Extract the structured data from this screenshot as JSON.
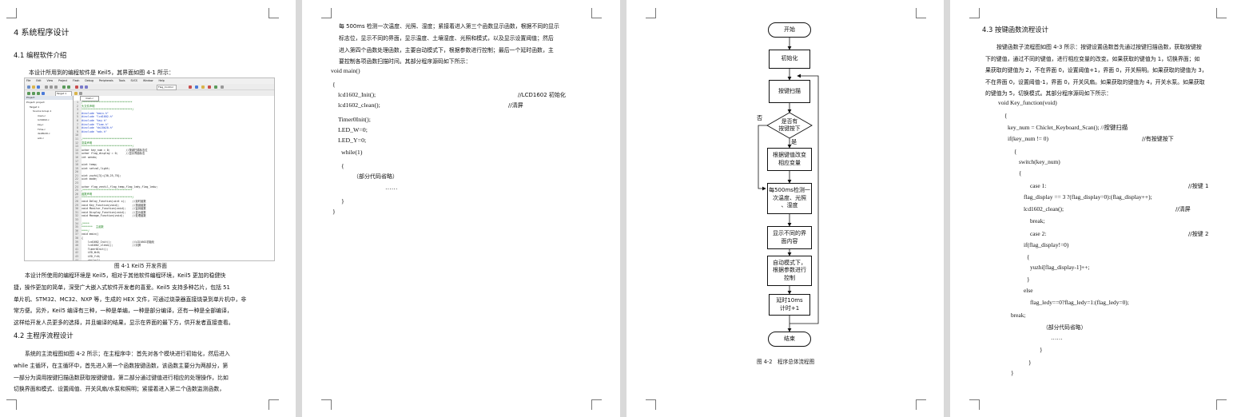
{
  "page1": {
    "heading_4": "4  系统程序设计",
    "heading_4_1": "4.1  编程软件介绍",
    "intro": "本设计所用到的编程软件是 Keil5，其界面如图 4-1 所示：",
    "ide": {
      "menu": [
        "File",
        "Edit",
        "View",
        "Project",
        "Flash",
        "Debug",
        "Peripherals",
        "Tools",
        "SVCS",
        "Window",
        "Help"
      ],
      "target_label": "Target 1",
      "flag_label": "Flag_Control",
      "project_panel_title": "Project",
      "tree": [
        "Project: project",
        "Target 1",
        "Source Group 1",
        "main.c",
        "lcd1602.c",
        "key.c",
        "Time.c",
        "ds18b20.c",
        "adc.c"
      ],
      "tab_label": "main.c",
      "code": [
        {
          "no": "1",
          "text": "/*******************************",
          "cls": "g"
        },
        {
          "no": "2",
          "text": "头文件声明",
          "cls": "g"
        },
        {
          "no": "3",
          "text": "********************************/",
          "cls": "g"
        },
        {
          "no": "4",
          "text": "#include \"main.h\"",
          "cls": "b"
        },
        {
          "no": "5",
          "text": "#include \"lcd1602.h\"",
          "cls": "b"
        },
        {
          "no": "6",
          "text": "#include \"key.h\"",
          "cls": "b"
        },
        {
          "no": "7",
          "text": "#include \"Time.h\"",
          "cls": "b"
        },
        {
          "no": "8",
          "text": "#include \"ds18b20.h\"",
          "cls": "b"
        },
        {
          "no": "9",
          "text": "#include \"adc.h\"",
          "cls": "b"
        },
        {
          "no": "10",
          "text": "",
          "cls": ""
        },
        {
          "no": "11",
          "text": "/*******************************",
          "cls": "g"
        },
        {
          "no": "12",
          "text": "变量声明",
          "cls": "g"
        },
        {
          "no": "13",
          "text": "********************************/",
          "cls": "g"
        },
        {
          "no": "14",
          "text": "uchar key_num = 0;          //按键扫描标志位",
          "cls": ""
        },
        {
          "no": "15",
          "text": "uchar flag_display = 0;     //显示界面标志",
          "cls": ""
        },
        {
          "no": "16",
          "text": "int wendu;",
          "cls": ""
        },
        {
          "no": "17",
          "text": "",
          "cls": ""
        },
        {
          "no": "18",
          "text": "uint temp;",
          "cls": ""
        },
        {
          "no": "19",
          "text": "uint setval,light;",
          "cls": ""
        },
        {
          "no": "20",
          "text": "",
          "cls": ""
        },
        {
          "no": "21",
          "text": "uint yuzhi[3]={30,25,70};",
          "cls": ""
        },
        {
          "no": "22",
          "text": "uint mode;",
          "cls": ""
        },
        {
          "no": "23",
          "text": "",
          "cls": ""
        },
        {
          "no": "24",
          "text": "uchar flag_ventil,flag_temp,flag_ledy,flag_ledw;",
          "cls": ""
        },
        {
          "no": "25",
          "text": "/*******************************",
          "cls": "g"
        },
        {
          "no": "26",
          "text": "函数声明",
          "cls": "g"
        },
        {
          "no": "27",
          "text": "********************************/",
          "cls": "g"
        },
        {
          "no": "28",
          "text": "void Delay_Function(uint x);    //延时函数",
          "cls": ""
        },
        {
          "no": "29",
          "text": "void Key_Function(void);        //按键函数",
          "cls": ""
        },
        {
          "no": "30",
          "text": "void Monitor_Function(void);    //监测函数",
          "cls": ""
        },
        {
          "no": "31",
          "text": "void Display_Function(void);    //显示函数",
          "cls": ""
        },
        {
          "no": "32",
          "text": "void Manage_Function(void);     //处理函数",
          "cls": ""
        },
        {
          "no": "33",
          "text": "",
          "cls": ""
        },
        {
          "no": "34",
          "text": "/****",
          "cls": "g"
        },
        {
          "no": "35",
          "text": "*******  主函数",
          "cls": "g"
        },
        {
          "no": "36",
          "text": "****/",
          "cls": "g"
        },
        {
          "no": "37",
          "text": "void main()",
          "cls": ""
        },
        {
          "no": "38",
          "text": "{",
          "cls": ""
        },
        {
          "no": "39",
          "text": "    lcd1602_Init();             //LCD1602初始化",
          "cls": ""
        },
        {
          "no": "40",
          "text": "    lcd1602_clean();            //清屏",
          "cls": ""
        },
        {
          "no": "41",
          "text": "    Timer0Init();",
          "cls": ""
        },
        {
          "no": "42",
          "text": "    LED_W=0;",
          "cls": ""
        },
        {
          "no": "43",
          "text": "    LED_Y=0;",
          "cls": ""
        },
        {
          "no": "44",
          "text": "    while(1)",
          "cls": ""
        }
      ]
    },
    "fig1_caption": "图 4-1 Keil5 开发界面",
    "keil_para": [
      "本设计所使用的编程环境是 Keil5，相对于其他软件编程环境，Keil5 更加的稳健快",
      "捷，操作更加的简单，深受广大嵌入式软件开发者的喜爱。Keil5 支持多种芯片，包括 51",
      "单片机、STM32、MC32、NXP 等，生成的 HEX 文件，可通过烧录器直接烧录到单片机中，非",
      "常方便。另外，Keil5 编译有三种，一种是单编，一种是部分编译，还有一种是全部编译，",
      "这样给开发人员更多的选择，并且编译的结果，显示在界面的最下方，供开发者直接查看。"
    ],
    "heading_4_2": "4.2  主程序流程设计",
    "main_para": [
      "系统的主流程图如图 4-2 所示；在主程序中：首先对各个模块进行初始化，然后进入",
      "while 主循环，在主循环中，首先进入第一个函数按键函数，该函数主要分为两部分，第",
      "一部分为调用按键扫描函数获取按键键值，第二部分通过键值进行相应的处理操作，比如",
      "切换界面和模式、设置阈值、开关风扇/水泵和照明；紧接着进入第二个函数监测函数，"
    ]
  },
  "page2": {
    "para": [
      "每 500ms 检测一次温度、光照、湿度；紧接着进入第三个函数显示函数，根据不同的显示",
      "标志位，显示不同的界面，显示温度、土壤湿度、光照和模式，以及显示设置阈值；然后",
      "进入第四个函数处理函数，主要自动模式下，根据参数进行控制；最后一个延时函数，主",
      "要控制各项函数扫描时间。其部分程序源码如下所示："
    ],
    "code": [
      {
        "text": "void main()",
        "comment": ""
      },
      {
        "text": "{",
        "comment": ""
      },
      {
        "text": "lcd1602_Init();",
        "comment": "//LCD1602 初始化"
      },
      {
        "text": "lcd1602_clean();",
        "comment": "//清屏"
      },
      {
        "text": "Timer0Init();",
        "comment": ""
      },
      {
        "text": "LED_W=0;",
        "comment": ""
      },
      {
        "text": "LED_Y=0;",
        "comment": ""
      },
      {
        "text": "while(1)",
        "comment": ""
      },
      {
        "text": "{",
        "comment": ""
      },
      {
        "text": "（部分代码省略）",
        "comment": ""
      },
      {
        "text": "……",
        "comment": ""
      },
      {
        "text": "}",
        "comment": ""
      },
      {
        "text": "}",
        "comment": ""
      }
    ]
  },
  "page3": {
    "nodes": {
      "start": "开始",
      "init": "初始化",
      "scan": "按键扫描",
      "decision": "是否有\n按键按下",
      "handle": "根据键值改变\n相应变量",
      "detect": "每500ms检测一\n次温度、光照\n、湿度",
      "display": "显示不同的界\n面内容",
      "auto": "自动模式下，\n根据参数进行\n控制",
      "delay": "延时10ms\n计时+1",
      "end": "结束"
    },
    "label_no": "否",
    "label_yes": "是",
    "caption": "图 4-2　程序总体流程图"
  },
  "page4": {
    "heading_4_3": "4.3  按键函数流程设计",
    "para": [
      "按键函数子流程图如图 4-3 所示：按键设置函数首先通过按键扫描函数，获取按键按",
      "下的键值，通过不同的键值，进行相应变量的改变。如果获取的键值为 1，切换界面；如",
      "果获取的键值为 2，不在界面 0，设置阈值+1，界面 0，开关照明。如果获取的键值为 3，",
      "不在界面 0，设置阈值-1，界面 0，开关风扇。如果获取的键值为 4，开关水泵。如果获取",
      "的键值为 5，切换模式。其部分程序源码如下所示："
    ],
    "code": [
      {
        "text": "void Key_function(void)",
        "comment": "",
        "indent": 0
      },
      {
        "text": "{",
        "comment": "",
        "indent": 1
      },
      {
        "text": "key_num = Chiclet_Keyboard_Scan(); //按键扫描",
        "comment": "",
        "indent": 2
      },
      {
        "text": "if(key_num != 0)",
        "comment": "//有按键按下",
        "indent": 2
      },
      {
        "text": "{",
        "comment": "",
        "indent": 2
      },
      {
        "text": "switch(key_num)",
        "comment": "",
        "indent": 3
      },
      {
        "text": "{",
        "comment": "",
        "indent": 3
      },
      {
        "text": "case 1:",
        "comment": "//按键 1",
        "indent": 4
      },
      {
        "text": "flag_display == 3 ?(flag_display=0):(flag_display++);",
        "comment": "",
        "indent": 3
      },
      {
        "text": "lcd1602_clean();",
        "comment": "//清屏",
        "indent": 3
      },
      {
        "text": "break;",
        "comment": "",
        "indent": 4
      },
      {
        "text": "case 2:",
        "comment": "//按键 2",
        "indent": 4
      },
      {
        "text": "if(flag_display!=0)",
        "comment": "",
        "indent": 3
      },
      {
        "text": "{",
        "comment": "",
        "indent": 3
      },
      {
        "text": "yuzhi[flag_display-1]++;",
        "comment": "",
        "indent": 4
      },
      {
        "text": "}",
        "comment": "",
        "indent": 3
      },
      {
        "text": "else",
        "comment": "",
        "indent": 3
      },
      {
        "text": "flag_ledy==0?flag_ledy=1:(flag_ledy=0);",
        "comment": "",
        "indent": 4
      },
      {
        "text": "break;",
        "comment": "",
        "indent": 3
      },
      {
        "text": "（部分代码省略）",
        "comment": "",
        "indent": 5
      },
      {
        "text": "……",
        "comment": "",
        "indent": 6
      },
      {
        "text": "}",
        "comment": "",
        "indent": 2
      },
      {
        "text": "}",
        "comment": "",
        "indent": 1
      },
      {
        "text": "}",
        "comment": "",
        "indent": 0
      }
    ]
  }
}
